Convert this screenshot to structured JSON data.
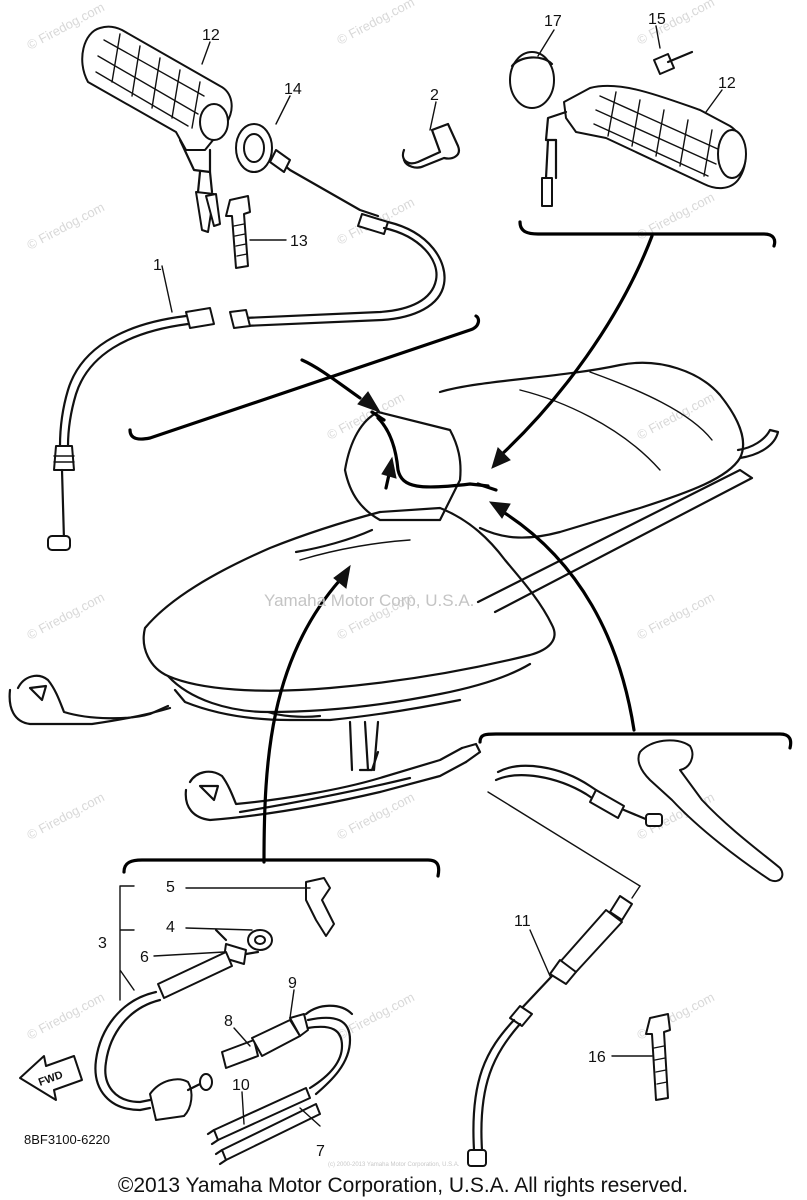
{
  "diagram": {
    "part_labels": [
      "1",
      "2",
      "3",
      "4",
      "5",
      "6",
      "7",
      "8",
      "9",
      "10",
      "11",
      "12",
      "12",
      "13",
      "14",
      "15",
      "16",
      "17"
    ],
    "figure_code": "8BF3100-6220",
    "direction_label": "FWD",
    "center_watermark": "Yamaha Motor Corp, U.S.A.",
    "watermark": "© Firedog.com",
    "small_print": "(c) 2000-2013 Yamaha Motor Corporation, U.S.A.",
    "copyright": "©2013 Yamaha Motor Corporation, U.S.A. All rights reserved."
  },
  "colors": {
    "ink": "#111111",
    "watermark": "#d8d8d8",
    "background": "#ffffff"
  },
  "icons": [
    "fwd-arrow-icon"
  ]
}
